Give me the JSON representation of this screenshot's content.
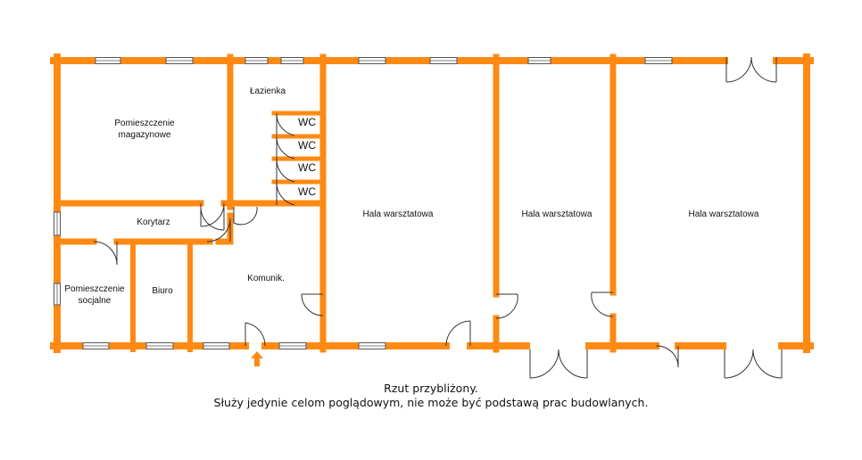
{
  "colors": {
    "wall": "#ff8a13",
    "window_frame": "#555555",
    "window_fill": "#ffffff",
    "door_line": "#333333"
  },
  "rooms": {
    "storage": {
      "line1": "Pomieszczenie",
      "line2": "magazynowe"
    },
    "bathroom": {
      "label": "Łazienka"
    },
    "wc": [
      "WC",
      "WC",
      "WC",
      "WC"
    ],
    "corridor": {
      "label": "Korytarz"
    },
    "social": {
      "line1": "Pomieszczenie",
      "line2": "socjalne"
    },
    "office": {
      "label": "Biuro"
    },
    "communication": {
      "label": "Komunik."
    },
    "hall1": {
      "label": "Hala warsztatowa"
    },
    "hall2": {
      "label": "Hala warsztatowa"
    },
    "hall3": {
      "label": "Hala warsztatowa"
    }
  },
  "entrance": {
    "icon": "arrow-up-icon"
  },
  "caption": {
    "line1": "Rzut przybliżony.",
    "line2": "Służy jedynie celom poglądowym, nie może być podstawą prac budowlanych."
  }
}
